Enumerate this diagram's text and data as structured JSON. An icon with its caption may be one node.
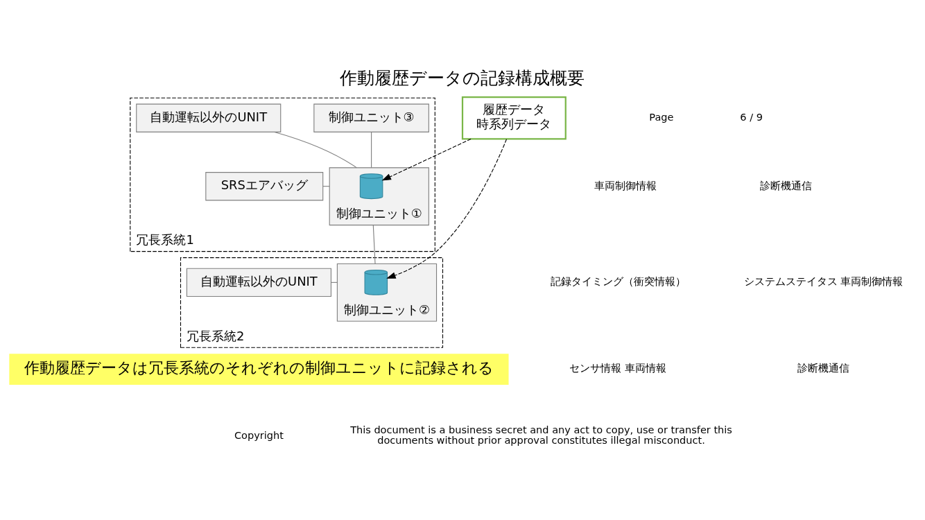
{
  "diagram": {
    "title": "作動履歴データの記録構成概要",
    "nodes": [
      {
        "text": [
          "冗長系統1"
        ]
      },
      {
        "text": [
          "制御ユニット③"
        ],
        "in": 0
      },
      {
        "text": [
          "自動運転以外のUNIT"
        ],
        "in": 0
      },
      {
        "text": [
          "制御ユニット①"
        ],
        "in": 0
      },
      {
        "text": [],
        "shape": "cylinder",
        "in": 3
      },
      {
        "text": [
          "SRSエアバッグ"
        ],
        "in": 0
      },
      {
        "text": [
          "冗長系統2"
        ]
      },
      {
        "text": [
          "制御ユニット②"
        ],
        "in": 6
      },
      {
        "text": [],
        "shape": "cylinder",
        "in": 7
      },
      {
        "text": [
          "自動運転以外のUNIT"
        ],
        "in": 6
      },
      {
        "text": [
          "履歴データ",
          "時系列データ"
        ]
      }
    ],
    "edges": [
      {
        "from": 1,
        "to": 3,
        "arrow": "none"
      },
      {
        "from": 2,
        "to": 3,
        "arrow": "none"
      },
      {
        "from": 5,
        "to": 3,
        "arrow": "none"
      },
      {
        "from": 3,
        "to": 7,
        "arrow": "none"
      },
      {
        "from": 9,
        "to": 7,
        "arrow": "none"
      },
      {
        "from": 10,
        "to": 4,
        "arrow": "to",
        "style": "dashed",
        "color": "#000000"
      },
      {
        "from": 10,
        "to": 8,
        "arrow": "to",
        "style": "dashed",
        "color": "#000000"
      }
    ],
    "labels": [
      "Page",
      "6 / 9",
      "車両制御情報",
      "診断機通信",
      "記録タイミング（衝突情報）",
      "システムステイタス 車両制御情報",
      "センサ情報 車両情報",
      "診断機通信",
      "作動履歴データは冗長系統のそれぞれの制御ユニットに記録される",
      "Copyright",
      "This document is a business secret and any act to copy, use or transfer this documents without prior approval constitutes illegal misconduct."
    ]
  }
}
